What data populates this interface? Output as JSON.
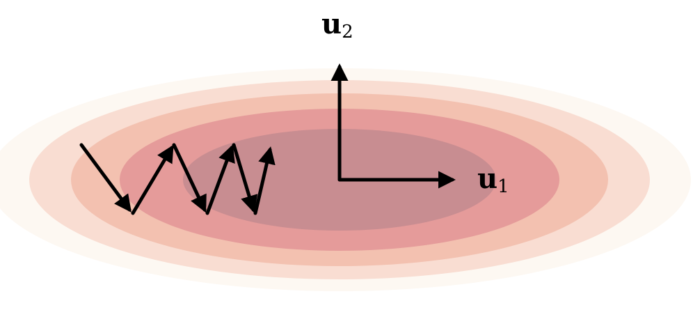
{
  "diagram": {
    "axes": {
      "u1": {
        "symbol": "u",
        "subscript": "1"
      },
      "u2": {
        "symbol": "u",
        "subscript": "2"
      }
    },
    "contour_colors": [
      "#fdf8f2",
      "#f9ddd2",
      "#f3c1b0",
      "#e59b9a",
      "#c88d91"
    ],
    "stroke_color": "#000000"
  }
}
